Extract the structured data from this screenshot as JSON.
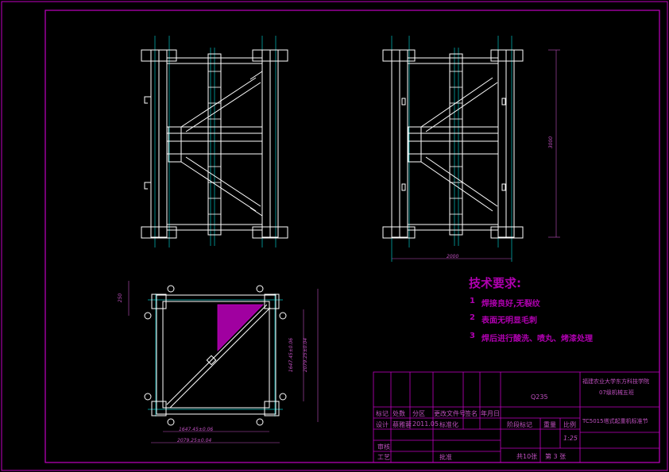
{
  "colors": {
    "background": "#000000",
    "frame": "#c000c0",
    "structure": "#ffffff",
    "centerline": "#00c0c0",
    "accent_fill": "#a000a0",
    "dimension": "#c050c0"
  },
  "technical_requirements": {
    "heading": "技术要求:",
    "items": [
      {
        "num": "1",
        "text": "焊接良好,无裂纹"
      },
      {
        "num": "2",
        "text": "表面无明显毛刺"
      },
      {
        "num": "3",
        "text": "焊后进行酸洗、喷丸、烤漆处理"
      }
    ]
  },
  "dimensions": {
    "front_width": "2000",
    "side_height": "3000",
    "plan_left_small": "250",
    "plan_right_a": "1647.45±0.06",
    "plan_right_b": "2079.25±0.04",
    "plan_bottom_a": "1647.45±0.06",
    "plan_bottom_b": "2079.25±0.04"
  },
  "title_block": {
    "material": "Q235",
    "organization_line1": "福建农业大学东方科技学院",
    "organization_line2": "07级机械五班",
    "drawing_name": "TC5015塔式起重机标准节",
    "labels": {
      "mark": "标记",
      "count": "处数",
      "zone": "分区",
      "change_doc": "更改文件号",
      "signature": "签名",
      "date_ymd": "年月日",
      "design": "设计",
      "designer": "蔡雅蓉",
      "design_date": "2011.05",
      "standardization": "标准化",
      "stage_mark": "阶段标记",
      "weight": "重量",
      "scale": "比例",
      "scale_value": "1:25",
      "review": "审核",
      "process": "工艺",
      "approve": "批准",
      "total_sheets": "共10张",
      "sheet_no": "第 3 张"
    }
  }
}
